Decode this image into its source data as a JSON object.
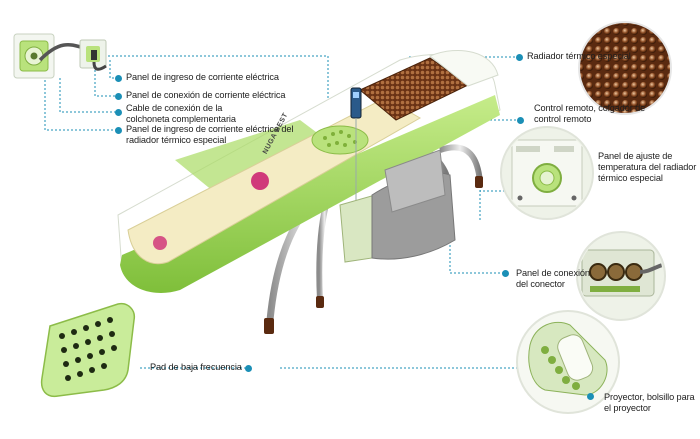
{
  "callouts": [
    {
      "id": "power-inlet",
      "text": "Panel de ingreso de corriente eléctrica"
    },
    {
      "id": "power-connection",
      "text": "Panel de conexión de corriente eléctrica"
    },
    {
      "id": "mat-cable",
      "text": "Cable de conexión de la colchoneta complementaria"
    },
    {
      "id": "radiator-inlet",
      "text": "Panel de ingreso de corriente eléctrica del radiador térmico especial"
    },
    {
      "id": "radiator",
      "text": "Radiador térmico especial"
    },
    {
      "id": "remote",
      "text": "Control remoto, colgador de control remoto"
    },
    {
      "id": "temperature-panel",
      "text": "Panel de ajuste de temperatura del radiador térmico especial"
    },
    {
      "id": "connector-panel",
      "text": "Panel de conexión del conector"
    },
    {
      "id": "low-frequency-pad",
      "text": "Pad de baja frecuencia"
    },
    {
      "id": "projector",
      "text": "Proyector, bolsillo para el proyector"
    }
  ],
  "brand": "NUGA BEST",
  "colors": {
    "leader": "#1b8fb6",
    "accent_green": "#9fd35a",
    "mat_cream": "#f4ecc4"
  },
  "icons": [
    "wall-socket-icon",
    "plug-icon",
    "massage-bed-icon",
    "radiator-stones-icon",
    "temperature-panel-icon",
    "connector-panel-icon",
    "projector-icon",
    "low-frequency-pad-icon"
  ]
}
